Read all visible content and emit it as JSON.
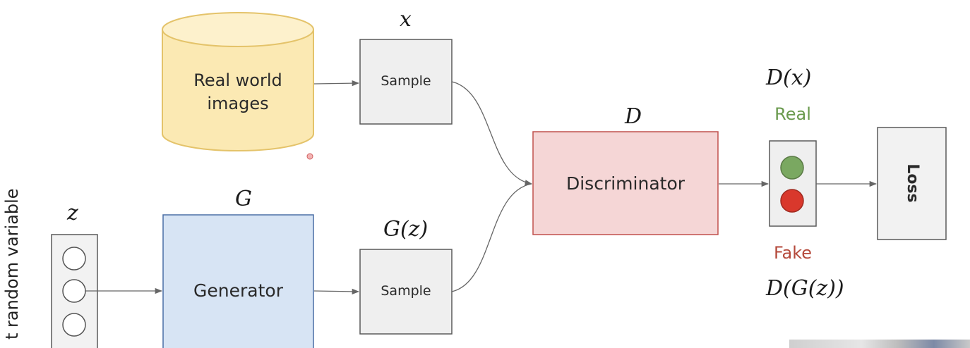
{
  "labels": {
    "real_images": [
      "Real world",
      "images"
    ],
    "sample_top": "Sample",
    "sample_bottom": "Sample",
    "generator": "Generator",
    "discriminator": "Discriminator",
    "loss": "Loss",
    "real": "Real",
    "fake": "Fake",
    "x": "x",
    "z": "z",
    "G": "G",
    "Gz": "G(z)",
    "D": "D",
    "Dx": "D(x)",
    "DGz": "D(G(z))",
    "latent": "t random variable"
  },
  "colors": {
    "cylinder_fill": "#fbe9b3",
    "cylinder_stroke": "#e4c36a",
    "generator_fill": "#d7e4f4",
    "generator_stroke": "#4a6fa5",
    "discriminator_fill": "#f5d6d6",
    "discriminator_stroke": "#c0504d",
    "sample_fill": "#efefef",
    "loss_fill": "#f2f2f2",
    "box_stroke": "#5a5a5a",
    "real_text": "#6a9a4e",
    "fake_text": "#b54a3c",
    "green_light": "#7aa861",
    "red_light": "#d9382c",
    "arrow": "#666666"
  }
}
